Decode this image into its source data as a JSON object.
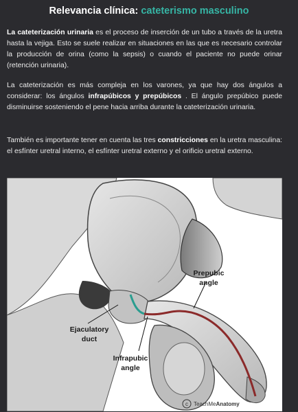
{
  "title": {
    "prefix": "Relevancia clínica:",
    "accent": "cateterismo masculino"
  },
  "paragraphs": {
    "p1": {
      "bold1": "La cateterización urinaria",
      "text1": " es el proceso de inserción de un tubo a través de la uretra hasta la vejiga. Esto se suele realizar en situaciones en las que es necesario controlar la producción de orina (como la sepsis) o cuando el paciente no puede orinar (retención urinaria)."
    },
    "p2": {
      "text1": "La cateterización es más compleja en los varones, ya que hay dos ángulos a considerar: los ángulos ",
      "bold1": "infrapúbicos y prepúbicos",
      "text2": " . El ángulo prepúbico puede disminuirse sosteniendo el pene hacia arriba durante la cateterización urinaria."
    },
    "p3": {
      "text1": "También es importante tener en cuenta las tres ",
      "bold1": "constricciones",
      "text2": " en la uretra masculina: el esfínter uretral interno, el esfínter uretral externo y el orificio uretral externo."
    }
  },
  "figure": {
    "labels": {
      "prepubic_1": "Prepubic",
      "prepubic_2": "angle",
      "ejaculatory_1": "Ejaculatory",
      "ejaculatory_2": "duct",
      "infrapubic_1": "Infrapubic",
      "infrapubic_2": "angle"
    },
    "logo": {
      "prefix": "TeachMe",
      "suffix": "Anatomy"
    },
    "colors": {
      "urethra_proximal": "#2a9d8f",
      "urethra_distal": "#8b2a2a"
    }
  }
}
